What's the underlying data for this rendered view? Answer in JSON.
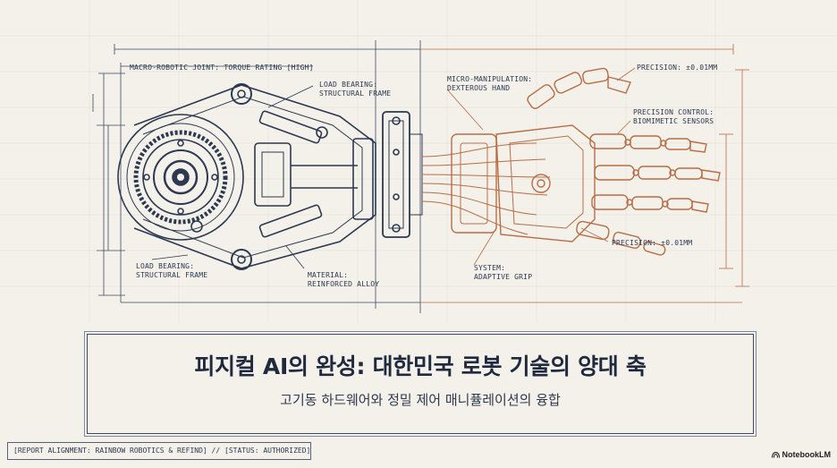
{
  "labels": {
    "macro_joint": "MACRO-ROBOTIC JOINT: TORQUE RATING [HIGH]",
    "load_bearing_top_1": "LOAD BEARING:",
    "load_bearing_top_2": "STRUCTURAL FRAME",
    "load_bearing_bottom_1": "LOAD BEARING:",
    "load_bearing_bottom_2": "STRUCTURAL FRAME",
    "material_1": "MATERIAL:",
    "material_2": "REINFORCED ALLOY",
    "micro_1": "MICRO-MANIPULATION:",
    "micro_2": "DEXTEROUS HAND",
    "system_1": "SYSTEM:",
    "system_2": "ADAPTIVE GRIP",
    "precision_top": "PRECISION: ±0.01MM",
    "precision_control_1": "PRECISION CONTROL:",
    "precision_control_2": "BIOMIMETIC SENSORS",
    "precision_bottom": "PRECISION: ±0.01MM"
  },
  "title": {
    "main": "피지컬 AI의 완성: 대한민국 로봇 기술의 양대 축",
    "subtitle": "고기동 하드웨어와 정밀 제어 매니퓰레이션의 융합"
  },
  "footer": {
    "text": "[REPORT ALIGNMENT: RAINBOW ROBOTICS & REFIND] // [STATUS: AUTHORIZED]"
  },
  "brand": {
    "name": "NotebookLM"
  },
  "colors": {
    "background": "#f3f1ea",
    "blueprint_ink": "#2c3950",
    "copper": "#b86e45"
  }
}
